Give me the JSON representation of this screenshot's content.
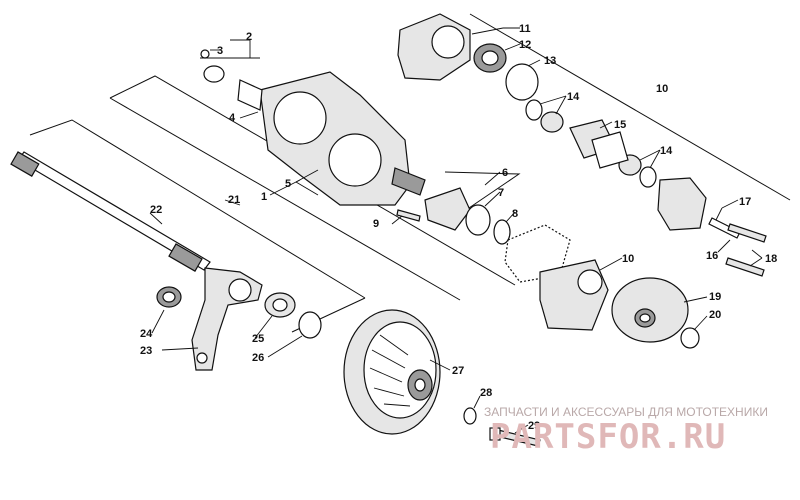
{
  "callouts": [
    "1",
    "2",
    "3",
    "4",
    "5",
    "6",
    "7",
    "8",
    "9",
    "10",
    "11",
    "12",
    "13",
    "14",
    "15",
    "16",
    "17",
    "18",
    "19",
    "20",
    "21",
    "22",
    "23",
    "24",
    "25",
    "26",
    "27",
    "28",
    "29"
  ],
  "callout_extra": {
    "10b": "10",
    "14b": "14"
  },
  "watermark": {
    "text": "ЗАПЧАСТИ И АКСЕССУАРЫ ДЛЯ МОТОТЕХНИКИ",
    "logo": "PARTSFOR.RU"
  }
}
